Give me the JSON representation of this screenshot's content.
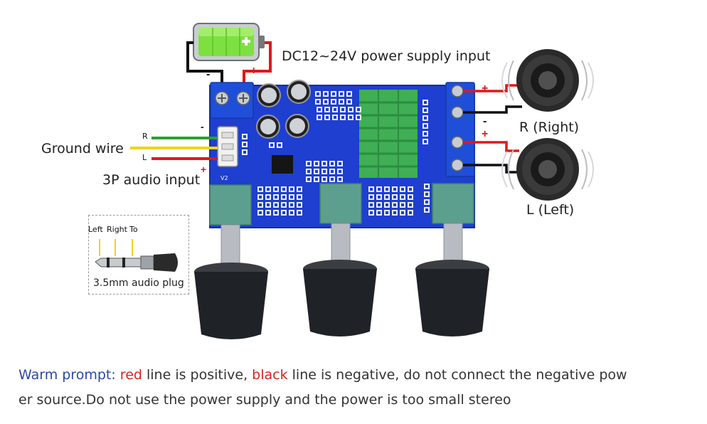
{
  "labels": {
    "power_input": "DC12~24V power supply input",
    "ground_wire": "Ground wire",
    "audio_input": "3P audio input",
    "right_speaker": "R (Right)",
    "left_speaker": "L (Left)",
    "wire_r": "R",
    "wire_l": "L",
    "plug_caption": "3.5mm audio plug",
    "plug_left": "Left",
    "plug_right": "Right",
    "plug_to": "To",
    "board_marking": "V2"
  },
  "symbols": {
    "plus": "+",
    "minus": "-"
  },
  "prompt": {
    "lead": "Warm prompt:",
    "red_word": "red",
    "part1": " line is positive, ",
    "black_word": "black",
    "part2": " line is negative, do not connect the negative pow",
    "line2": "er source.Do not use the power supply and the power is too small stereo"
  },
  "colors": {
    "board": "#1e3fd0",
    "heatsink": "#3fae55",
    "terminal": "#1f4fd8",
    "wire_red": "#e01818",
    "wire_black": "#111111",
    "wire_green": "#2ea02e",
    "wire_yellow": "#f1d419",
    "battery": "#7ee040",
    "prompt_lead": "#2e47a6",
    "prompt_red": "#e02020"
  }
}
